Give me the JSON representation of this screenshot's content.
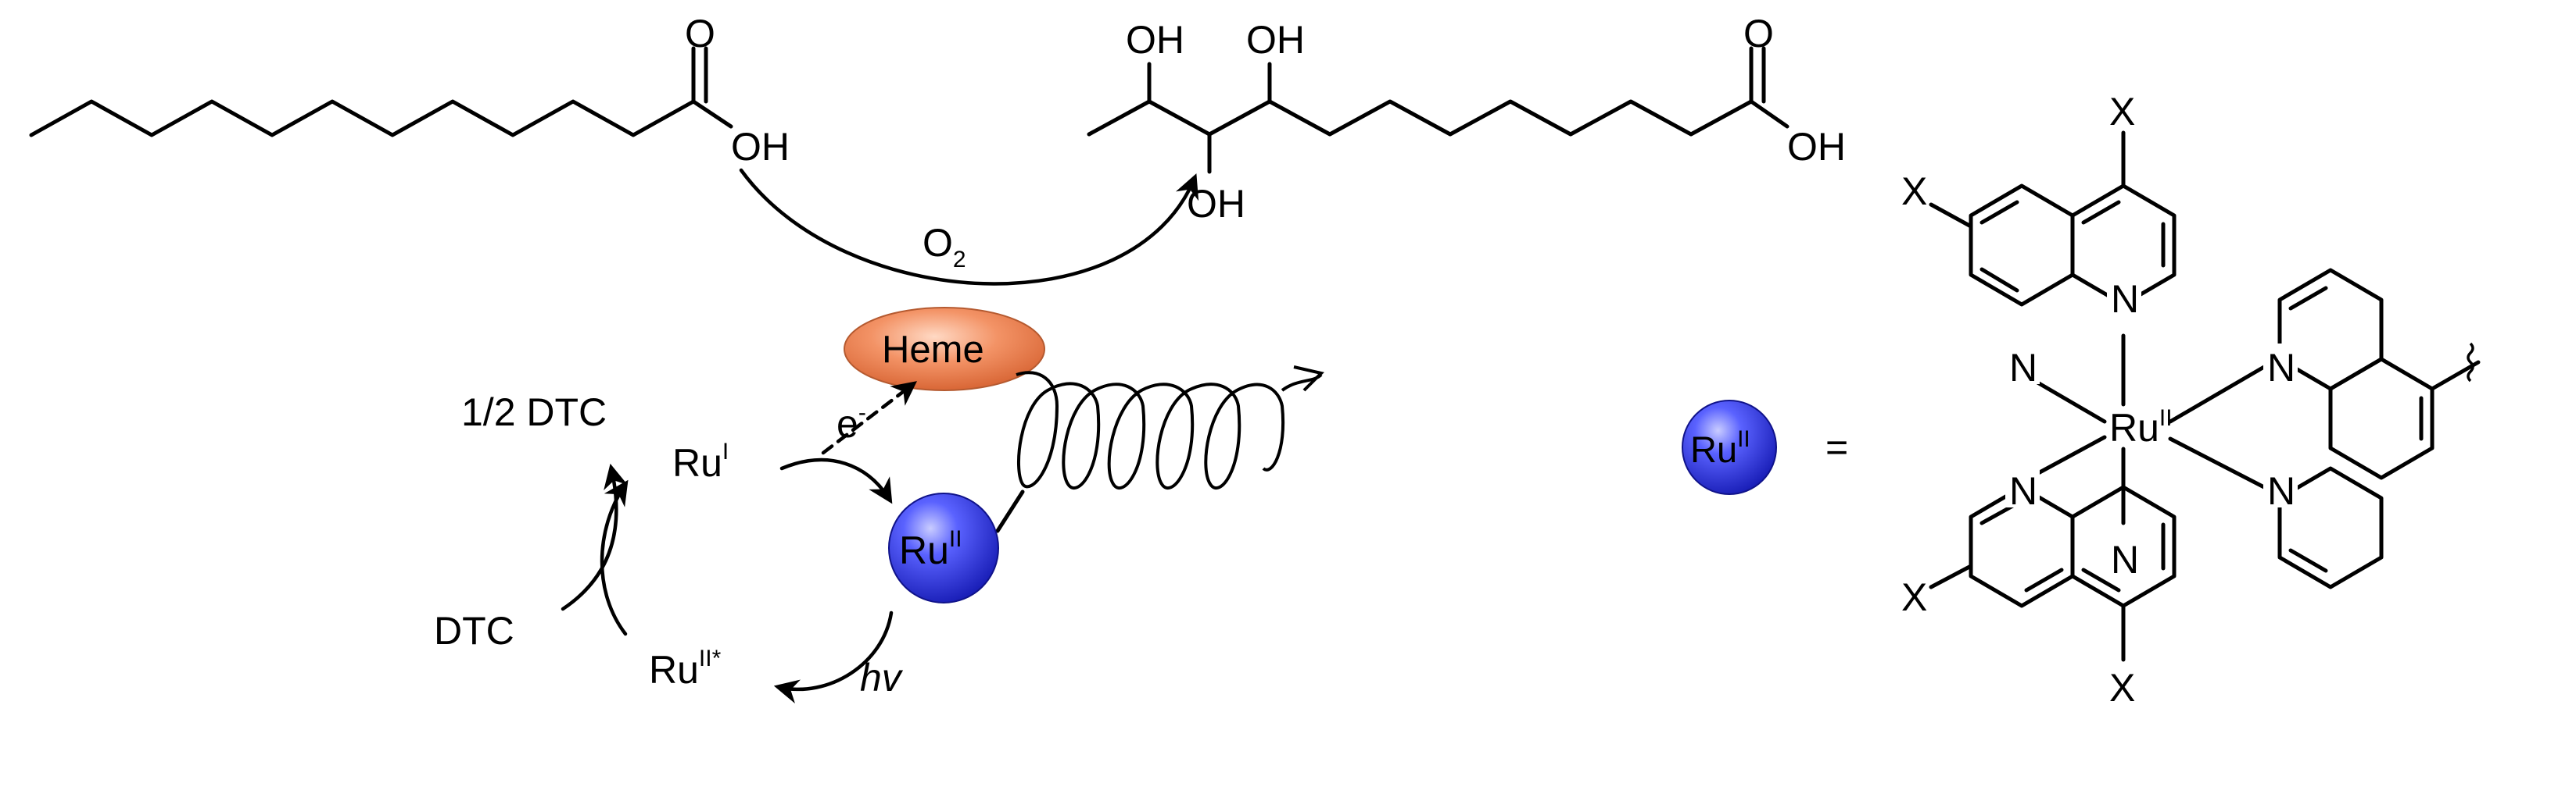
{
  "substrate": {
    "carbonyl_o": "O",
    "hydroxyl": "OH"
  },
  "product": {
    "oh_1": "OH",
    "oh_2": "OH",
    "oh_3": "OH",
    "carbonyl_o": "O",
    "hydroxyl": "OH"
  },
  "reaction": {
    "oxygen": "O",
    "oxygen_sub": "2",
    "heme": "Heme",
    "electron": "e",
    "electron_sup": "-",
    "light": "hv"
  },
  "cycle": {
    "half_dtc": "1/2 DTC",
    "dtc": "DTC",
    "ru": "Ru",
    "ru_i_sup": "I",
    "ru_ii_star_sup": "II*",
    "ru_ii_sup": "II"
  },
  "complex": {
    "equals": "=",
    "key_ru": "Ru",
    "key_ru_sup": "II",
    "metal": "Ru",
    "metal_sup": "II",
    "x_top": "X",
    "x_left_upper": "X",
    "x_left_lower": "X",
    "x_bottom": "X",
    "n_1": "N",
    "n_2": "N",
    "n_3": "N",
    "n_4": "N",
    "n_5": "N",
    "n_6": "N"
  },
  "colors": {
    "heme": "#ec7a4a",
    "ruthenium": "#2d36e8"
  }
}
